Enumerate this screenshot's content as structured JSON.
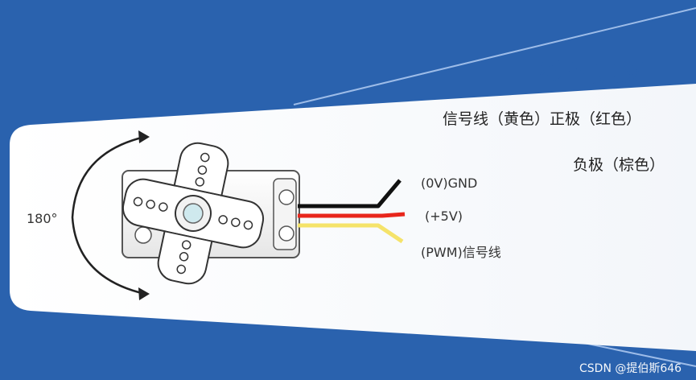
{
  "title": "线的定义:",
  "definitions": {
    "line1": "信号线（黄色）正极（红色）",
    "line2": "负极（棕色）"
  },
  "rotation_label": "180°",
  "wires": [
    {
      "label": "(0V)GND",
      "color": "#111111"
    },
    {
      "label": "(+5V)",
      "color": "#E8261C"
    },
    {
      "label": "(PWM)信号线",
      "color": "#F5E36A"
    }
  ],
  "watermark": "CSDN @提伯斯646",
  "colors": {
    "background": "#2A62AE",
    "panel": "#FFFFFF",
    "title": "#2A62AE"
  }
}
